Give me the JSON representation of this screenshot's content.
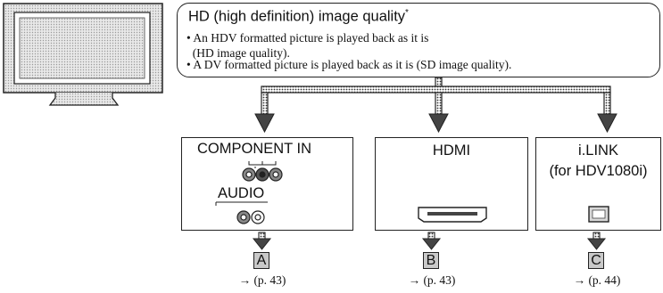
{
  "callout": {
    "title": "HD (high definition) image quality",
    "title_mark": "*",
    "bullet_char": "•",
    "bullet1_line1": "An HDV formatted picture is played back as it is",
    "bullet1_line2": "(HD image quality).",
    "bullet2": "A DV formatted picture is played back as it is (SD image quality)."
  },
  "boxes": {
    "component": {
      "label": "COMPONENT IN",
      "audio_label": "AUDIO"
    },
    "hdmi": {
      "label": "HDMI"
    },
    "ilink": {
      "label_line1": "i.LINK",
      "label_line2": "(for HDV1080i)"
    }
  },
  "connections": [
    {
      "letter": "A",
      "page_ref": "→ (p. 43)"
    },
    {
      "letter": "B",
      "page_ref": "→ (p. 43)"
    },
    {
      "letter": "C",
      "page_ref": "→ (p. 44)"
    }
  ],
  "colors": {
    "line": "#222222",
    "arrow_fill": "#777777",
    "letter_fill": "#c9c9c9"
  }
}
